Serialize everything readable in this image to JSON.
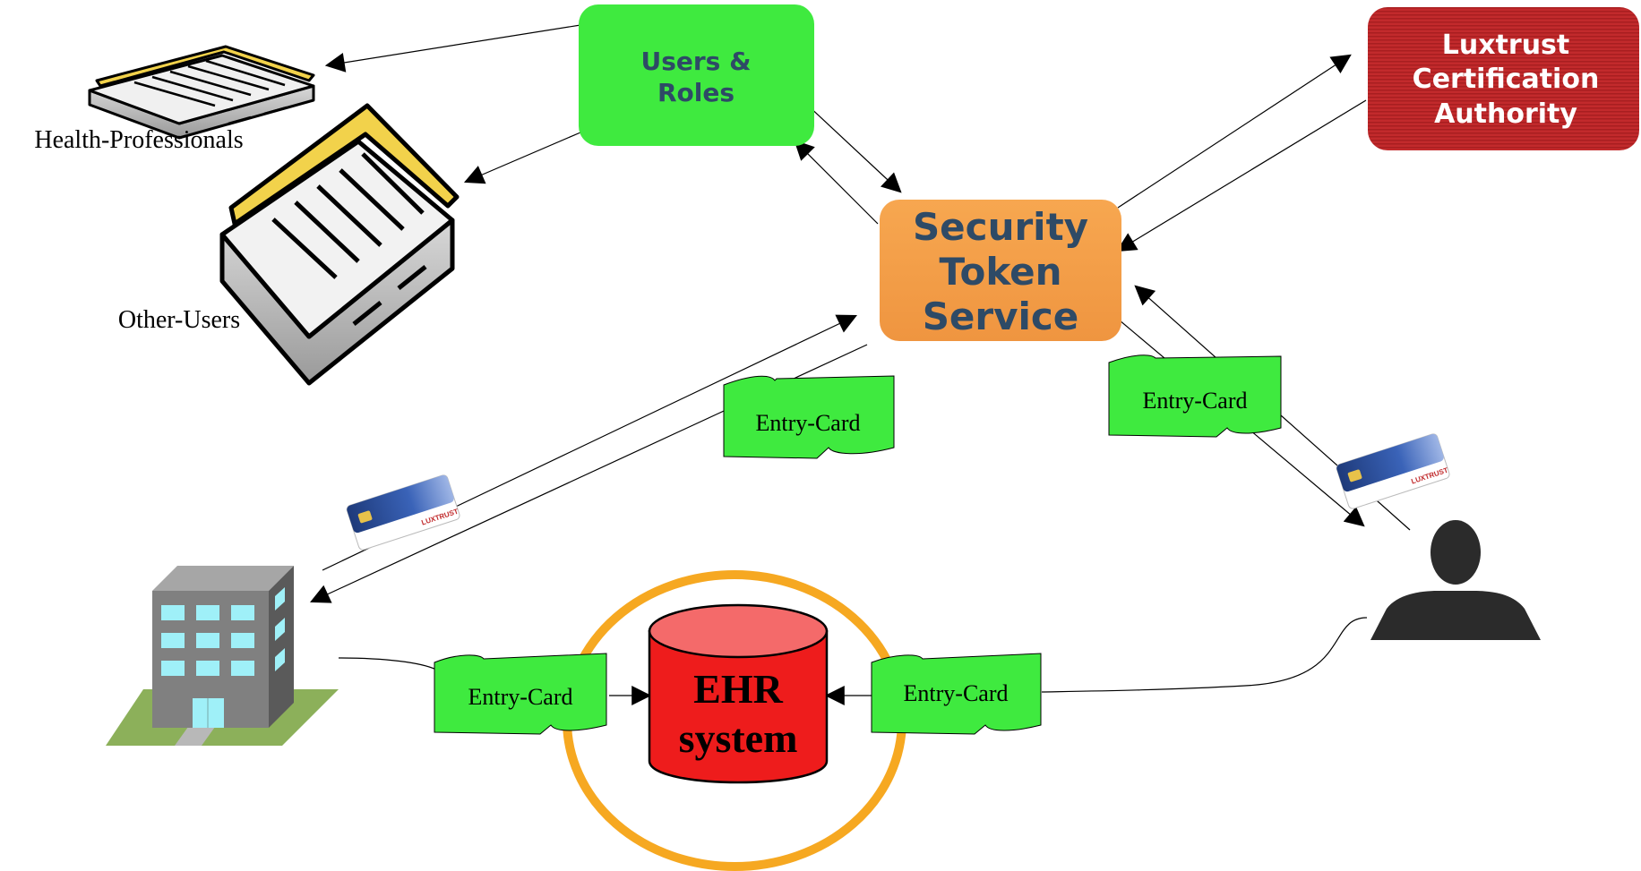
{
  "boxes": {
    "users_roles": {
      "line1": "Users &",
      "line2": "Roles",
      "fill": "#3fea3f",
      "text_color": "#2e4a66"
    },
    "sts": {
      "line1": "Security",
      "line2": "Token",
      "line3": "Service",
      "fill": "#f5a04a",
      "text_color": "#2e4a66"
    },
    "luxtrust": {
      "line1": "Luxtrust",
      "line2": "Certification",
      "line3": "Authority",
      "fill": "#c0282a",
      "text_color": "#ffffff"
    }
  },
  "books": {
    "health": "Health-Professionals",
    "other": "Other-Users"
  },
  "entry_cards": {
    "sts_left": "Entry-Card",
    "sts_right": "Entry-Card",
    "ehr_left": "Entry-Card",
    "ehr_right": "Entry-Card",
    "fill": "#3fea3f"
  },
  "ehr": {
    "line1": "EHR",
    "line2": "system",
    "fill": "#ee1c1c",
    "ring": "#f6a821"
  },
  "smart_card": {
    "brand": "LUXTRUST"
  },
  "icons": [
    "book-icon",
    "building-icon",
    "person-icon",
    "smart-card-icon",
    "database-icon"
  ]
}
